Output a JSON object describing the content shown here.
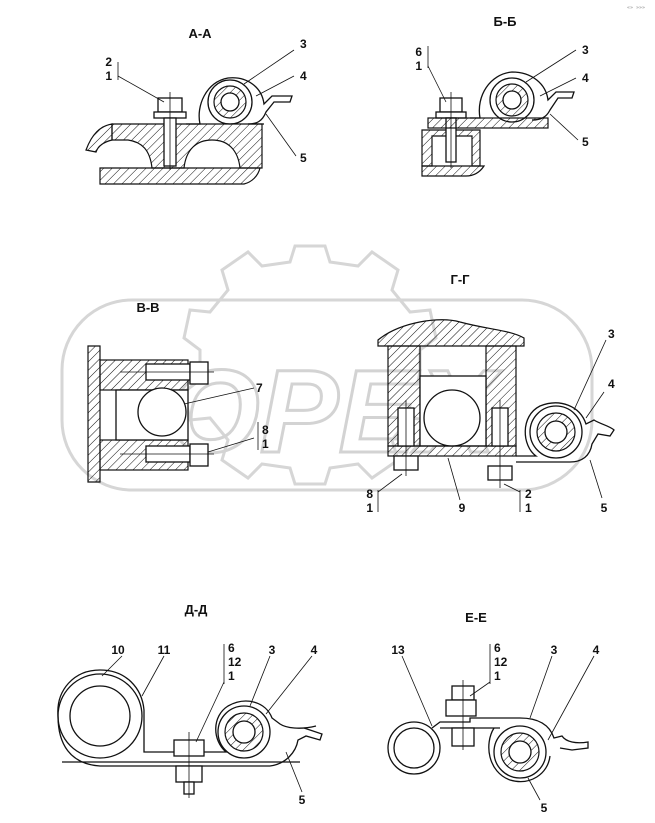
{
  "watermark": {
    "text": "OPEX"
  },
  "corner_mark": "«» »»»",
  "sections": {
    "aa": {
      "title": "А-А",
      "callouts": [
        "2",
        "1",
        "3",
        "4",
        "5"
      ]
    },
    "bb": {
      "title": "Б-Б",
      "callouts": [
        "6",
        "1",
        "3",
        "4",
        "5"
      ]
    },
    "vv": {
      "title": "В-В",
      "callouts": [
        "7",
        "8",
        "1"
      ]
    },
    "gg": {
      "title": "Г-Г",
      "callouts": [
        "3",
        "4",
        "8",
        "1",
        "9",
        "2",
        "1",
        "5"
      ]
    },
    "dd": {
      "title": "Д-Д",
      "callouts": [
        "10",
        "11",
        "6",
        "12",
        "1",
        "3",
        "4",
        "5"
      ]
    },
    "ee": {
      "title": "Е-Е",
      "callouts": [
        "13",
        "6",
        "12",
        "1",
        "3",
        "4",
        "5"
      ]
    }
  }
}
